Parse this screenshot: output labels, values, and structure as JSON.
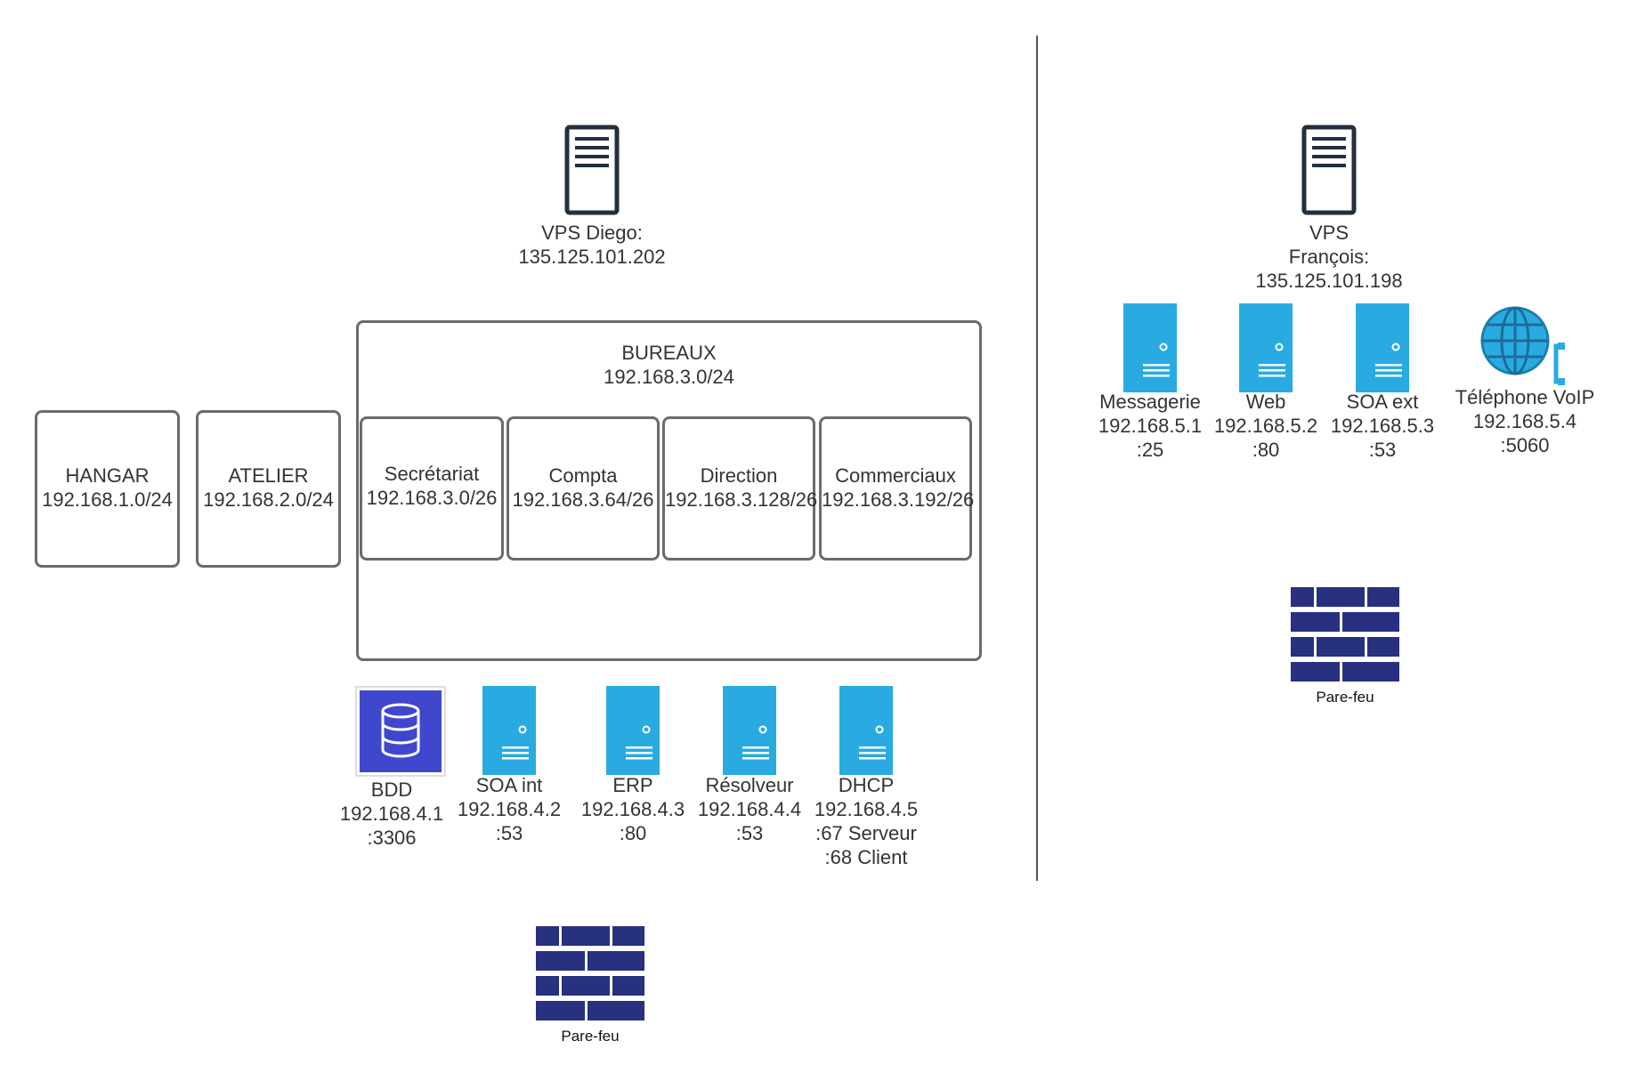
{
  "colors": {
    "server_blue": "#29abe2",
    "database_blue": "#3f48cc",
    "firewall_navy": "#283080",
    "outline_dark": "#232f3e",
    "box_border": "#6b6b6b"
  },
  "left": {
    "vps": {
      "icon": "server-tower-icon",
      "lines": [
        "VPS Diego:",
        "135.125.101.202"
      ]
    },
    "hangar": {
      "name": "HANGAR",
      "subnet": "192.168.1.0/24"
    },
    "atelier": {
      "name": "ATELIER",
      "subnet": "192.168.2.0/24"
    },
    "bureaux": {
      "name": "BUREAUX",
      "subnet": "192.168.3.0/24",
      "subnets": [
        {
          "name": "Secrétariat",
          "subnet": "192.168.3.0/26"
        },
        {
          "name": "Compta",
          "subnet": "192.168.3.64/26"
        },
        {
          "name": "Direction",
          "subnet": "192.168.3.128/26"
        },
        {
          "name": "Commerciaux",
          "subnet": "192.168.3.192/26"
        }
      ]
    },
    "services": [
      {
        "icon": "database-icon",
        "lines": [
          "BDD",
          "192.168.4.1",
          ":3306"
        ]
      },
      {
        "icon": "server-icon",
        "lines": [
          "SOA int",
          "192.168.4.2",
          ":53"
        ]
      },
      {
        "icon": "server-icon",
        "lines": [
          "ERP",
          "192.168.4.3",
          ":80"
        ]
      },
      {
        "icon": "server-icon",
        "lines": [
          "Résolveur",
          "192.168.4.4",
          ":53"
        ]
      },
      {
        "icon": "server-icon",
        "lines": [
          "DHCP",
          "192.168.4.5",
          ":67 Serveur",
          ":68 Client"
        ]
      }
    ],
    "firewall": {
      "icon": "firewall-icon",
      "label": "Pare-feu"
    }
  },
  "right": {
    "vps": {
      "icon": "server-tower-icon",
      "lines": [
        "VPS",
        "François:",
        "135.125.101.198"
      ]
    },
    "services": [
      {
        "icon": "server-icon",
        "lines": [
          "Messagerie",
          "192.168.5.1",
          ":25"
        ]
      },
      {
        "icon": "server-icon",
        "lines": [
          "Web",
          "192.168.5.2",
          ":80"
        ]
      },
      {
        "icon": "server-icon",
        "lines": [
          "SOA ext",
          "192.168.5.3",
          ":53"
        ]
      },
      {
        "icon": "globe-phone-icon",
        "lines": [
          "Téléphone VoIP",
          "192.168.5.4",
          ":5060"
        ]
      }
    ],
    "firewall": {
      "icon": "firewall-icon",
      "label": "Pare-feu"
    }
  }
}
